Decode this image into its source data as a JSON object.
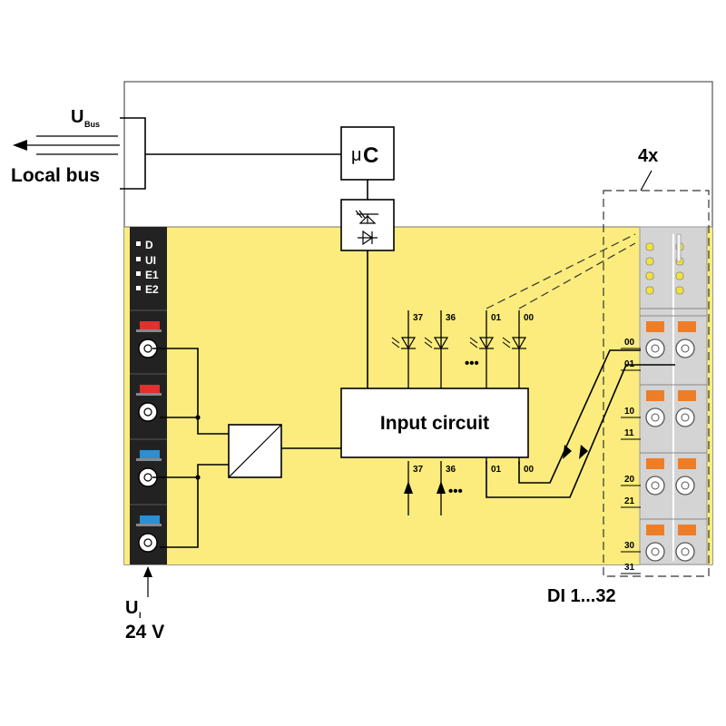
{
  "labels": {
    "u_bus_main": "U",
    "u_bus_sub": "Bus",
    "local_bus": "Local bus",
    "mu": "μ",
    "mu_c": "C",
    "input_circuit": "Input circuit",
    "multiplier": "4x",
    "di_range": "DI 1...32",
    "u_i_main": "U",
    "u_i_sub": "I",
    "voltage": "24 V",
    "ellipsis": "•••"
  },
  "status_leds": [
    "D",
    "UI",
    "E1",
    "E2"
  ],
  "led_channels": [
    "37",
    "36",
    "01",
    "00"
  ],
  "input_channels": [
    "37",
    "36",
    "01",
    "00"
  ],
  "terminal_numbers": [
    "00",
    "01",
    "10",
    "11",
    "20",
    "21",
    "30",
    "31"
  ],
  "colors": {
    "module_fill": "#fbec7d",
    "strip_dark": "#222222",
    "terminal_grey": "#d4d4d4",
    "terminal_orange": "#ee7d28",
    "led_yellow": "#f3e23a",
    "connector_red": "#e03030",
    "connector_blue": "#2a8fd4"
  }
}
